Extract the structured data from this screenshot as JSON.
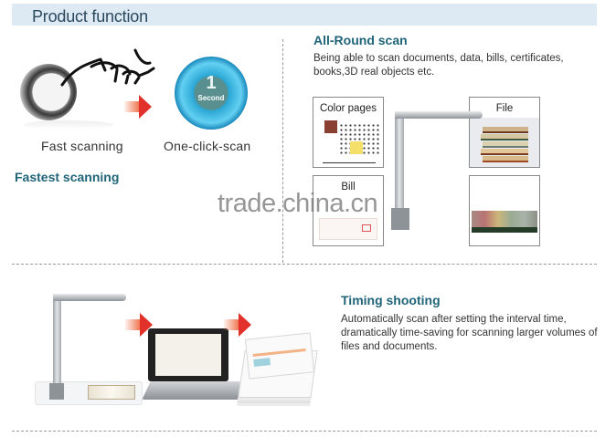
{
  "header": {
    "title": "Product function"
  },
  "fast_section": {
    "caption_left": "Fast scanning",
    "caption_right": "One-click-scan",
    "timer_number": "1",
    "timer_unit": "Second",
    "title": "Fastest scanning",
    "icons": [
      "hand-press-button-icon",
      "arrow-right-icon",
      "timer-dial-icon"
    ]
  },
  "allround_section": {
    "title": "All-Round scan",
    "description": "Being able to scan documents, data, bills, certificates, books,3D real objects etc.",
    "tiles": [
      {
        "label": "Color pages"
      },
      {
        "label": "File"
      },
      {
        "label": "Bill"
      },
      {
        "label": ""
      }
    ]
  },
  "timing_section": {
    "title": "Timing shooting",
    "description": "Automatically scan after setting the interval time, dramatically time-saving for scanning larger volumes of files and documents."
  },
  "watermark": "trade.china.cn",
  "colors": {
    "header_bg": "#dde9f3",
    "section_title": "#1f6478",
    "arrow": "#e2312a",
    "dial_blue": "#2aa6d4"
  }
}
